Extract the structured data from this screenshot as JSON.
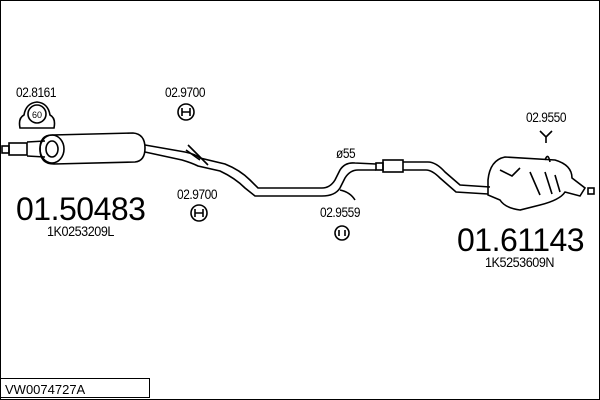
{
  "diagram": {
    "reference_code": "VW0074727A",
    "parts": [
      {
        "number": "01.50483",
        "oem": "1K0253209L"
      },
      {
        "number": "01.61143",
        "oem": "1K5253609N"
      }
    ],
    "accessories": [
      "02.8161",
      "02.9700",
      "02.9700",
      "02.9559",
      "02.9550"
    ],
    "clamp_size": "60",
    "pipe_diameter": "ø55"
  }
}
